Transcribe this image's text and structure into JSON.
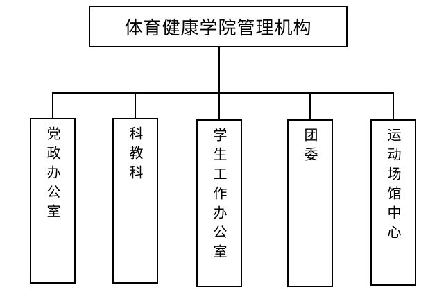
{
  "root": {
    "label": "体育健康学院管理机构"
  },
  "departments": [
    {
      "label": "党政办公室"
    },
    {
      "label": "科教科"
    },
    {
      "label": "学生工作办公室"
    },
    {
      "label": "团委"
    },
    {
      "label": "运动场馆中心"
    }
  ],
  "line_color": "#000000",
  "box_border_color": "#000000"
}
